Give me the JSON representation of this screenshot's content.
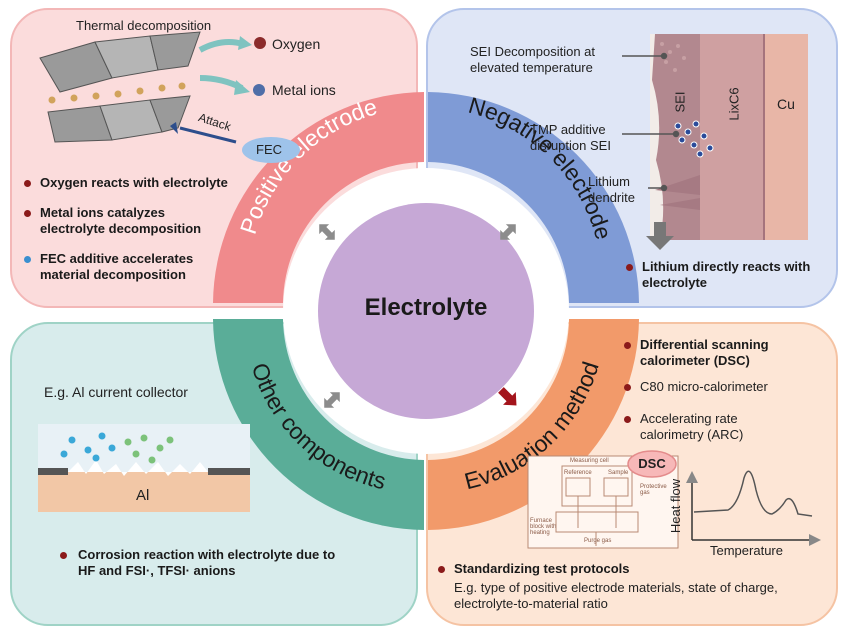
{
  "center": {
    "label": "Electrolyte"
  },
  "positive": {
    "ring_label": "Positive electrode",
    "diagram": {
      "title": "Thermal decomposition",
      "oxygen": "Oxygen",
      "metal_ions": "Metal ions",
      "attack": "Attack",
      "fec": "FEC"
    },
    "bullets": [
      {
        "text": "Oxygen reacts with electrolyte",
        "color": "#8b1a1a"
      },
      {
        "text": "Metal ions catalyzes electrolyte decomposition",
        "color": "#8b1a1a"
      },
      {
        "text": "FEC additive accelerates material decomposition",
        "color": "#3a8fd0"
      }
    ]
  },
  "negative": {
    "ring_label": "Negative electrode",
    "diagram": {
      "sei_decomp": "SEI Decomposition at elevated temperature",
      "tmp": "TMP additive disruption SEI",
      "dendrite": "Lithium dendrite",
      "sei": "SEI",
      "lic6": "LixC6",
      "cu": "Cu"
    },
    "bullets": [
      {
        "text": "Lithium directly reacts with electrolyte",
        "color": "#8b1a1a"
      }
    ]
  },
  "other": {
    "ring_label": "Other components",
    "example": "E.g. Al current collector",
    "al": "Al",
    "bullets": [
      {
        "text": "Corrosion reaction with electrolyte due to HF and FSI·, TFSI· anions",
        "color": "#8b1a1a"
      }
    ]
  },
  "evaluation": {
    "ring_label": "Evaluation method",
    "bullets": [
      {
        "text": "Differential scanning calorimeter (DSC)",
        "color": "#8b1a1a"
      },
      {
        "text": "C80 micro-calorimeter",
        "color": "#8b1a1a"
      },
      {
        "text": "Accelerating rate calorimetry (ARC)",
        "color": "#8b1a1a"
      },
      {
        "text": "Standardizing test protocols",
        "color": "#8b1a1a"
      }
    ],
    "protocol_note": "E.g. type of positive electrode materials, state of charge, electrolyte-to-material ratio",
    "dsc_badge": "DSC",
    "instrument": {
      "measuring_cell": "Measuring cell",
      "reference": "Reference",
      "sample": "Sample",
      "protective_gas": "Protective gas",
      "furnace": "Furnace block with heating",
      "purge_gas": "Purge gas"
    },
    "plot": {
      "ylabel": "Heat flow",
      "xlabel": "Temperature"
    }
  },
  "colors": {
    "positive_bg": "#fbdcdc",
    "positive_ring": "#f08a8c",
    "negative_bg": "#dfe6f6",
    "negative_ring": "#7f9bd6",
    "other_bg": "#d8ecec",
    "other_ring": "#5aad98",
    "eval_bg": "#fde6d6",
    "eval_ring": "#f29a6a",
    "center": "#c6a8d6"
  }
}
